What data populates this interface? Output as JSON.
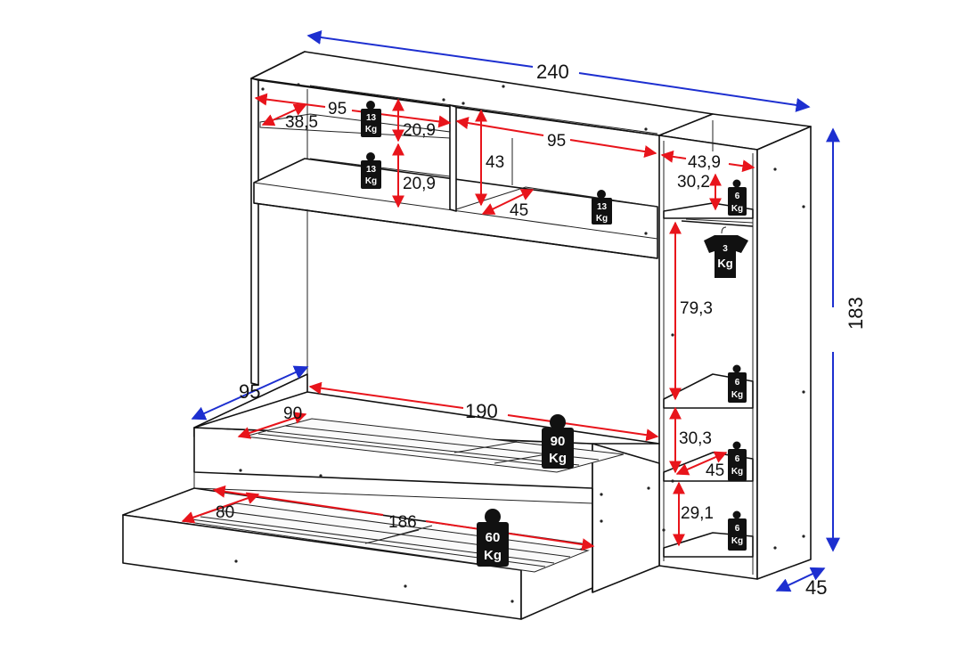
{
  "overall": {
    "width": "240",
    "height": "183",
    "depth": "45"
  },
  "top_cabinet": {
    "left_width": "95",
    "left_shelf_depth": "38,5",
    "left_upper_height": "20,9",
    "left_lower_height": "20,9",
    "right_width": "95",
    "right_height": "43",
    "right_depth": "45"
  },
  "side_tower": {
    "width": "43,9",
    "top_height": "30,2",
    "hanging_height": "79,3",
    "middle_height": "30,3",
    "depth": "45",
    "bottom_height": "29,1"
  },
  "bed": {
    "depth": "95",
    "mattress_width": "90",
    "mattress_length": "190",
    "trundle_width": "80",
    "trundle_length": "186"
  },
  "weights": {
    "shelf_upper": {
      "value": "13",
      "unit": "Kg"
    },
    "shelf_lower": {
      "value": "13",
      "unit": "Kg"
    },
    "cabinet_right": {
      "value": "13",
      "unit": "Kg"
    },
    "tower_top": {
      "value": "6",
      "unit": "Kg"
    },
    "hanger": {
      "value": "3",
      "unit": "Kg"
    },
    "tower_mid1": {
      "value": "6",
      "unit": "Kg"
    },
    "tower_mid2": {
      "value": "6",
      "unit": "Kg"
    },
    "tower_bottom": {
      "value": "6",
      "unit": "Kg"
    },
    "bed_main": {
      "value": "90",
      "unit": "Kg"
    },
    "bed_trundle": {
      "value": "60",
      "unit": "Kg"
    }
  },
  "colors": {
    "overall_arrow": "#1d2fd0",
    "inner_arrow": "#e8141b",
    "line": "#111111"
  }
}
